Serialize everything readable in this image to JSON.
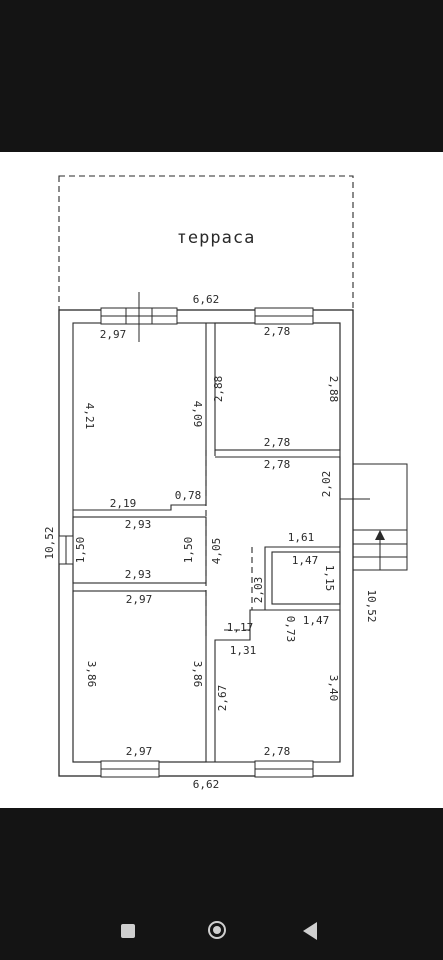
{
  "plan": {
    "title": "терраса",
    "dimensions": {
      "total_width_top": "6,62",
      "total_width_bottom": "6,62",
      "total_length_left": "10,52",
      "total_length_right": "10,52",
      "r1_top": "2,97",
      "r1_left": "4,21",
      "r1_right": "4,09",
      "r1_bottom": "2,19",
      "r1_step": "0,78",
      "r2_top": "2,78",
      "r2_left": "2,88",
      "r2_right": "2,88",
      "r2_bottom": "2,78",
      "r3_top": "2,93",
      "r3_left": "1,50",
      "r3_right": "1,50",
      "r3_bottom": "2,93",
      "hall_top": "2,78",
      "hall_right": "2,02",
      "hall_left": "4,05",
      "hall_mid": "1,61",
      "bath_top": "1,47",
      "bath_right": "1,15",
      "bath_left": "2,03",
      "hall_bottom_a": "1,17",
      "hall_bottom_b": "1,31",
      "hall_step": "0,73",
      "r5_top": "1,47",
      "r5_right": "3,40",
      "r5_left": "2,67",
      "r5_bottom": "2,78",
      "r4_top": "2,97",
      "r4_left": "3,86",
      "r4_right": "3,86",
      "r4_bottom": "2,97"
    }
  },
  "navbar": {
    "recents_icon": "square-icon",
    "home_icon": "circle-icon",
    "back_icon": "triangle-back-icon"
  }
}
